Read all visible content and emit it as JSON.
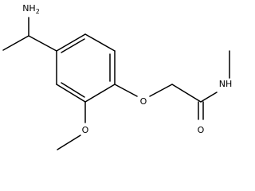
{
  "molecule": {
    "atom_labels": {
      "amine": "NH2",
      "amine_main": "NH",
      "amine_sub": "2",
      "ether_oxygen": "O",
      "methoxy_oxygen": "O",
      "carbonyl_oxygen": "O",
      "amide_nitrogen": "NH"
    }
  }
}
